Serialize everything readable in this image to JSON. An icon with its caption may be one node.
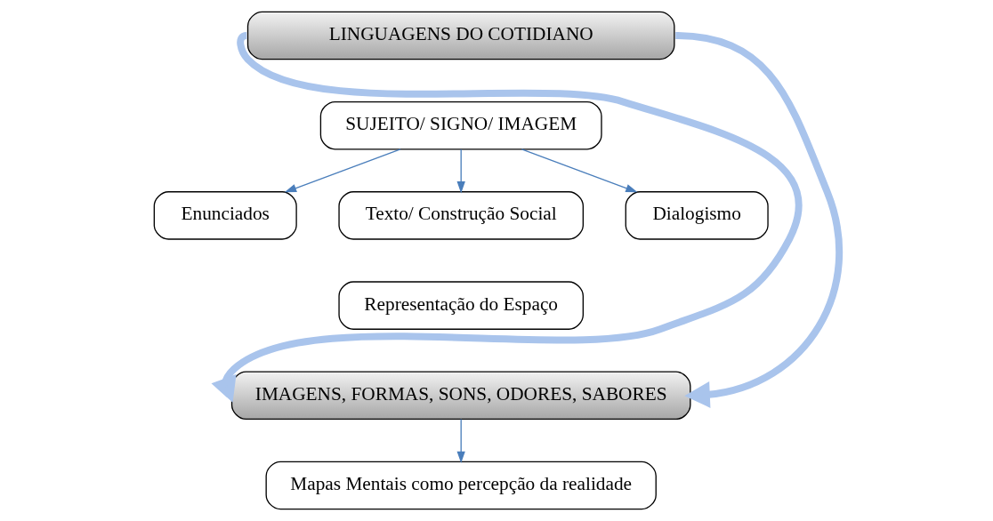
{
  "diagram": {
    "nodes": [
      {
        "text": [
          "LINGUAGENS DO COTIDIANO"
        ]
      },
      {
        "text": [
          "SUJEITO/ SIGNO/ IMAGEM"
        ]
      },
      {
        "text": [
          "Enunciados"
        ]
      },
      {
        "text": [
          "Texto/ Construção Social"
        ]
      },
      {
        "text": [
          "Representação do Espaço"
        ]
      },
      {
        "text": [
          "Dialogismo"
        ]
      },
      {
        "text": [
          "IMAGENS, FORMAS, SONS, ODORES, SABORES"
        ]
      },
      {
        "text": [
          "Mapas Mentais como percepção da realidade"
        ]
      }
    ],
    "edges": [
      {
        "from": 0,
        "to": 6,
        "arrow": "to",
        "style": "thick",
        "color": "#a9c4ec"
      },
      {
        "from": 0,
        "to": 6,
        "arrow": "to",
        "style": "thick",
        "color": "#a9c4ec"
      },
      {
        "from": 1,
        "to": 2,
        "arrow": "to"
      },
      {
        "from": 1,
        "to": 3,
        "arrow": "to"
      },
      {
        "from": 1,
        "to": 5,
        "arrow": "to"
      },
      {
        "from": 6,
        "to": 7,
        "arrow": "to"
      }
    ]
  }
}
